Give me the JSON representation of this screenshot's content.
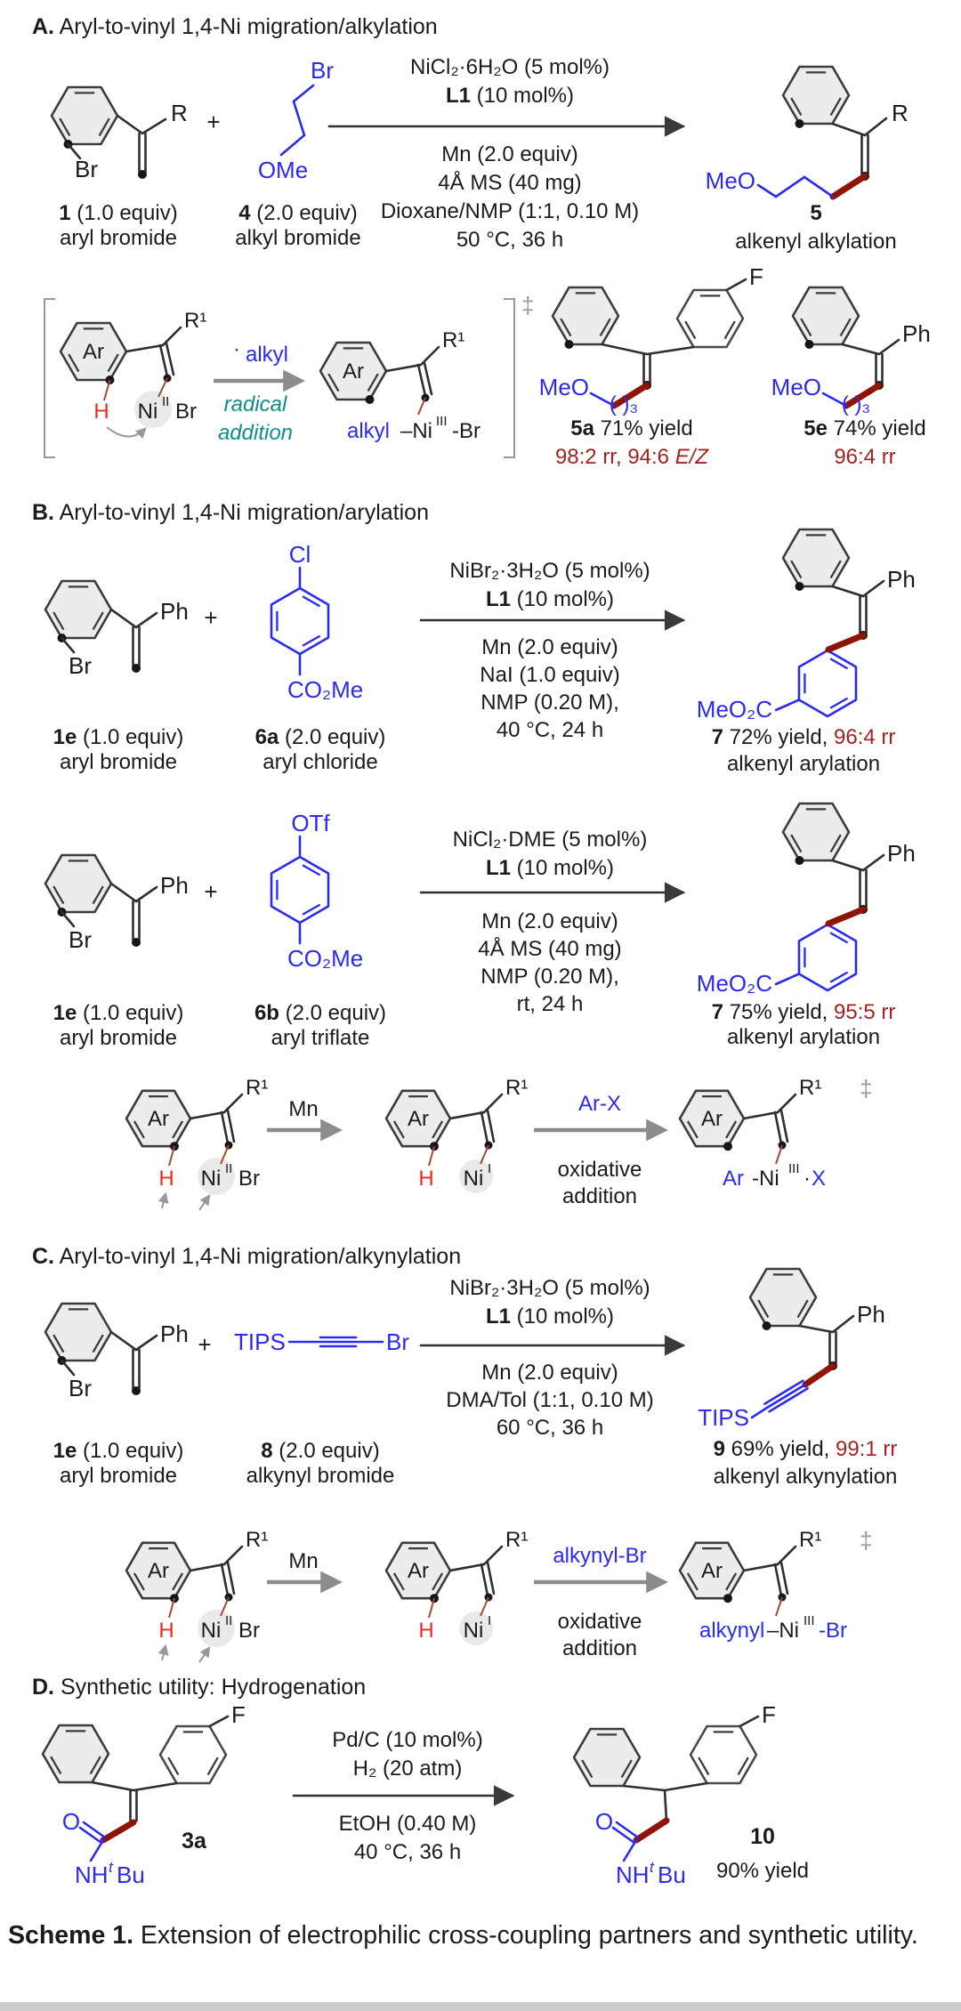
{
  "colors": {
    "blue": "#2b2bf0",
    "dark_red_bond": "#8e1506",
    "rr_red": "#a32322",
    "h_red": "#ee2a18",
    "teal": "#0d8e8e",
    "grey": "#8c8c8c"
  },
  "atoms": {
    "Br": "Br",
    "R": "R",
    "R1": "R¹",
    "OMe": "OMe",
    "MeO": "MeO",
    "Ph": "Ph",
    "Ar": "Ar",
    "H": "H",
    "Ni": "Ni",
    "oxII": "II",
    "oxI": "I",
    "oxIII": "III",
    "Cl": "Cl",
    "CO2Me": "CO₂Me",
    "OTf": "OTf",
    "MeO2C": "MeO₂C",
    "TIPS": "TIPS",
    "F": "F",
    "O": "O",
    "NH": "NH",
    "t": "t",
    "Bu": "Bu",
    "n3": "( )₃",
    "X": "X",
    "ddagger": "‡",
    "raddot": "·"
  },
  "A": {
    "title_b": "A.",
    "title": " Aryl-to-vinyl 1,4-Ni migration/alkylation",
    "c1_num": "1",
    "c1_equiv": " (1.0 equiv)",
    "c1_desc": "aryl bromide",
    "c4_num": "4",
    "c4_equiv": " (2.0 equiv)",
    "c4_desc": "alkyl bromide",
    "plus": "+",
    "cond_a1": "NiCl₂·6H₂O (5 mol%)",
    "lig": "L1",
    "lig_rest": " (10 mol%)",
    "cond_b1": "Mn (2.0 equiv)",
    "cond_b2": "4Å MS (40 mg)",
    "cond_b3": "Dioxane/NMP (1:1, 0.10 M)",
    "cond_b4": "50 °C, 36 h",
    "p5_num": "5",
    "p5_desc": "alkenyl alkylation",
    "m_alkyl": "alkyl",
    "m_rad1": "radical",
    "m_rad2": "addition",
    "m3_alkyl": "alkyl",
    "m3_ni": "–Ni",
    "m3_br": "-Br",
    "p5a_num": "5a",
    "p5a_yield": " 71% yield",
    "p5a_rr": "98:2 rr, 94:6 ",
    "p5a_rr_it": "E/Z",
    "p5e_num": "5e",
    "p5e_yield": " 74% yield",
    "p5e_rr": "96:4 rr"
  },
  "B": {
    "title_b": "B.",
    "title": " Aryl-to-vinyl 1,4-Ni migration/arylation",
    "c1e_num": "1e",
    "c1e_equiv": " (1.0 equiv)",
    "c1e_desc": "aryl bromide",
    "c6a_num": "6a",
    "c6a_equiv": " (2.0 equiv)",
    "c6a_desc": "aryl chloride",
    "c6b_num": "6b",
    "c6b_equiv": " (2.0 equiv)",
    "c6b_desc": "aryl triflate",
    "plus": "+",
    "cond1_a1": "NiBr₂·3H₂O (5 mol%)",
    "lig": "L1",
    "lig_rest": " (10 mol%)",
    "cond1_b1": "Mn (2.0 equiv)",
    "cond1_b2": "NaI (1.0 equiv)",
    "cond1_b3": "NMP (0.20 M),",
    "cond1_b4": "40 °C, 24 h",
    "cond2_a1": "NiCl₂·DME (5 mol%)",
    "cond2_b1": "Mn (2.0 equiv)",
    "cond2_b2": "4Å MS (40 mg)",
    "cond2_b3": "NMP (0.20 M),",
    "cond2_b4": "rt, 24 h",
    "p7a_num": "7",
    "p7a_yield": " 72% yield, ",
    "p7a_rr": "96:4 rr",
    "p7_desc": "alkenyl arylation",
    "p7b_num": "7",
    "p7b_yield": " 75% yield, ",
    "p7b_rr": "95:5 rr",
    "m_mn": "Mn",
    "m_arx": "Ar-X",
    "m_ox1": "oxidative",
    "m_ox2": "addition",
    "m3_ar": "Ar",
    "m3_ni": "-Ni",
    "m3_dot": "·",
    "m3_x": "X"
  },
  "C": {
    "title_b": "C.",
    "title": " Aryl-to-vinyl 1,4-Ni migration/alkynylation",
    "c1e_num": "1e",
    "c1e_equiv": " (1.0 equiv)",
    "c1e_desc": "aryl bromide",
    "c8_num": "8",
    "c8_equiv": " (2.0 equiv)",
    "c8_desc": "alkynyl bromide",
    "plus": "+",
    "cond_a1": "NiBr₂·3H₂O (5 mol%)",
    "lig": "L1",
    "lig_rest": " (10 mol%)",
    "cond_b1": "Mn (2.0 equiv)",
    "cond_b2": "DMA/Tol (1:1, 0.10 M)",
    "cond_b3": "60 °C, 36 h",
    "p9_num": "9",
    "p9_yield": " 69% yield, ",
    "p9_rr": "99:1 rr",
    "p9_desc": "alkenyl alkynylation",
    "m_mn": "Mn",
    "m_abr": "alkynyl-Br",
    "m_ox1": "oxidative",
    "m_ox2": "addition",
    "m3_alkynyl": "alkynyl",
    "m3_ni": "–Ni",
    "m3_br": "-Br"
  },
  "D": {
    "title_b": "D.",
    "title": " Synthetic utility: Hydrogenation",
    "c3a_num": "3a",
    "cond_a1": "Pd/C (10 mol%)",
    "cond_a2": "H₂ (20 atm)",
    "cond_b1": "EtOH (0.40 M)",
    "cond_b2": "40 °C, 36 h",
    "p10_num": "10",
    "p10_yield": "90% yield"
  },
  "caption": {
    "b": "Scheme 1.",
    "rest": " Extension of electrophilic cross-coupling partners and synthetic utility."
  }
}
